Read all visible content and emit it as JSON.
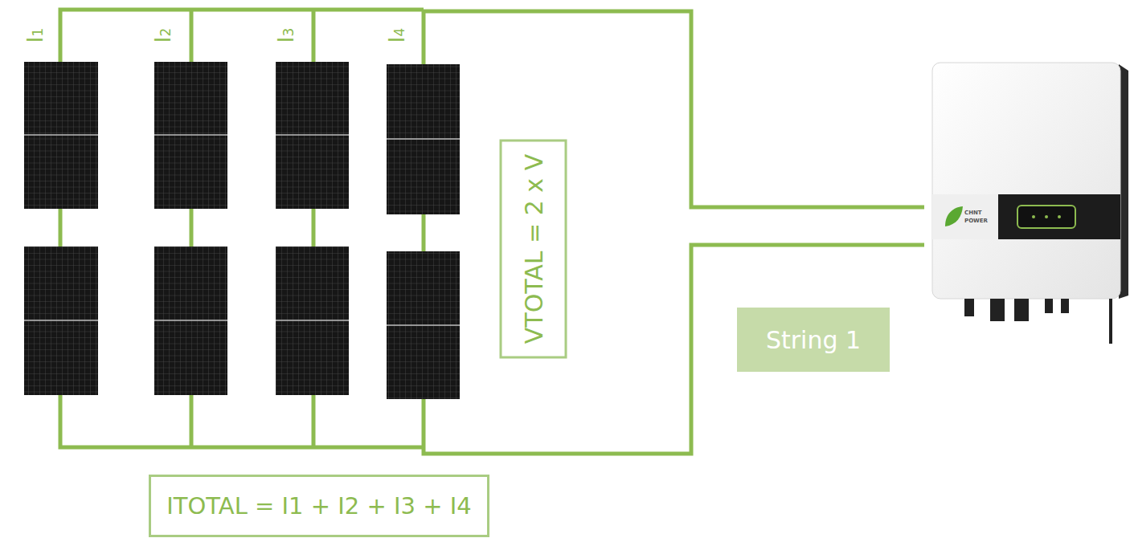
{
  "diagram": {
    "nodes": [
      {
        "text": [
          "VTOTAL = 2 x V"
        ]
      },
      {
        "text": [
          "String 1"
        ]
      },
      {
        "text": [
          "ITOTAL = I1 + I2 + I3 + I4"
        ]
      }
    ],
    "labels": [
      "I1",
      "I2",
      "I3",
      "I4",
      "CHNT",
      "POWER"
    ]
  }
}
